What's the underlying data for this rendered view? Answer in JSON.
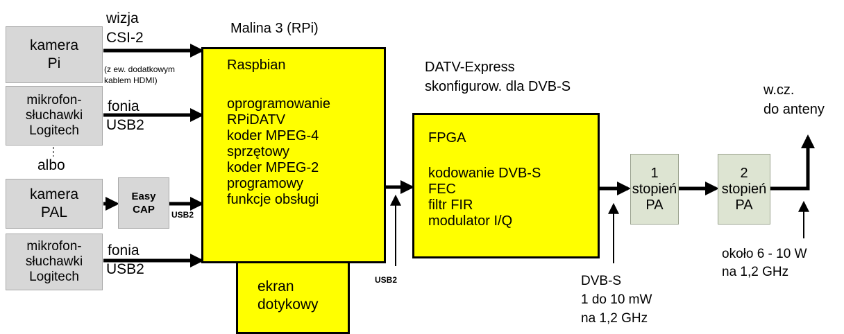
{
  "labels": {
    "rpi_title": "Malina 3 (RPi)",
    "wizja": "wizja",
    "csi": "CSI-2",
    "hdmi_note": [
      "(z ew. dodatkowym",
      "kablem HDMI)"
    ],
    "fonia1": "fonia",
    "usb2_1": "USB2",
    "albo": "albo",
    "fonia2": "fonia",
    "usb2_2": "USB2",
    "usb2_small_easycap": "USB2",
    "usb2_small_bottom": "USB2",
    "datv_line1": "DATV-Express",
    "datv_line2": "skonfigurow. dla DVB-S",
    "wcz_line1": "w.cz.",
    "wcz_line2": "do anteny",
    "dvbs_output": [
      "DVB-S",
      "1 do 10 mW",
      "na 1,2 GHz"
    ],
    "pa_output": [
      "około 6 - 10 W",
      "na 1,2 GHz"
    ]
  },
  "boxes": {
    "kamera_pi": [
      "kamera",
      "Pi"
    ],
    "mikrofon1": [
      "mikrofon-",
      "słuchawki",
      "Logitech"
    ],
    "kamera_pal": [
      "kamera",
      "PAL"
    ],
    "easycap": [
      "Easy",
      "CAP"
    ],
    "mikrofon2": [
      "mikrofon-",
      "słuchawki",
      "Logitech"
    ],
    "rpi": [
      "Raspbian",
      "",
      "oprogramowanie",
      "RPiDATV",
      "koder MPEG-4",
      "sprzętowy",
      "koder MPEG-2",
      "programowy",
      "funkcje obsługi"
    ],
    "ekran": [
      "ekran",
      "dotykowy"
    ],
    "fpga": [
      "FPGA",
      "",
      "kodowanie DVB-S",
      "FEC",
      "filtr FIR",
      "modulator I/Q"
    ],
    "pa1": [
      "1",
      "stopień",
      "PA"
    ],
    "pa2": [
      "2",
      "stopień",
      "PA"
    ]
  },
  "colors": {
    "yellow": "#ffff00",
    "gray": "#d7d7d7",
    "green": "#dde4d2",
    "line": "#000000"
  }
}
